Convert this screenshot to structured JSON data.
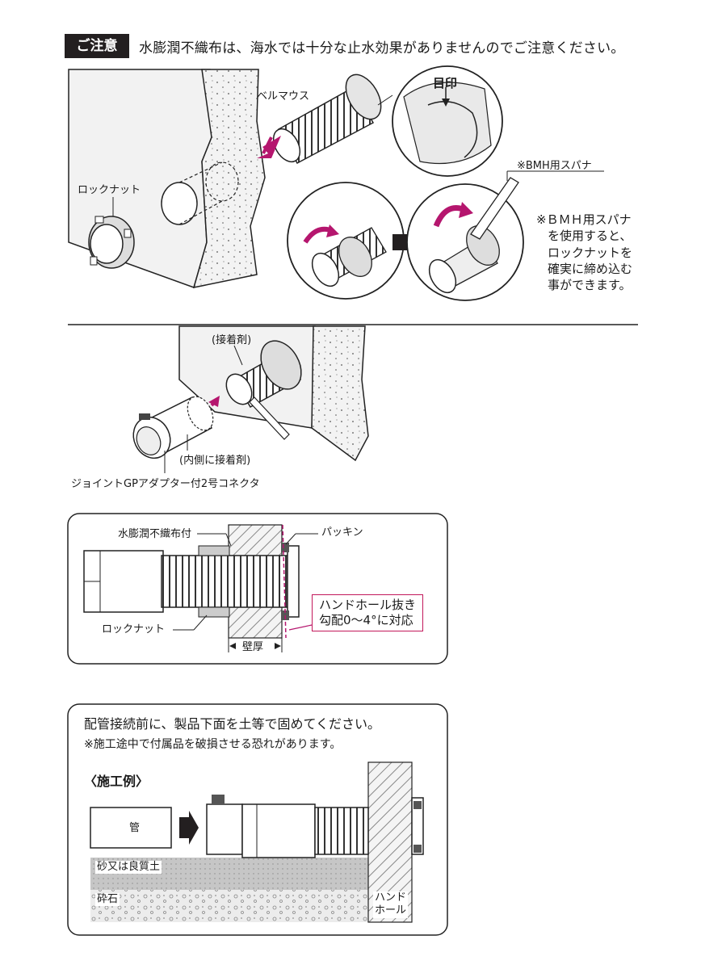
{
  "notice": {
    "badge": "ご注意",
    "text": "水膨潤不織布は、海水では十分な止水効果がありませんのでご注意ください。"
  },
  "section1": {
    "bellmouth": "ベルマウス",
    "mark": "目印",
    "locknut": "ロックナット",
    "wrench_label": "※BMH用スパナ",
    "wrench_note": [
      "※ＢＭＨ用スパナ",
      "を使用すると、",
      "ロックナットを",
      "確実に締め込む",
      "事ができます。"
    ]
  },
  "section2": {
    "adhesive": "(接着剤)",
    "adhesive_inside": "(内側に接着剤)",
    "connector": "ジョイントGPアダプター付2号コネクタ"
  },
  "section3": {
    "fabric": "水膨潤不織布付",
    "packing": "パッキン",
    "locknut": "ロックナット",
    "wall_thickness": "壁厚",
    "callout": [
      "ハンドホール抜き",
      "勾配0～4°に対応"
    ]
  },
  "section4": {
    "line1": "配管接続前に、製品下面を土等で固めてください。",
    "line2": "※施工途中で付属品を破損させる恐れがあります。",
    "example": "〈施工例〉",
    "pipe": "管",
    "sand": "砂又は良質土",
    "gravel": "砕石",
    "handhole": [
      "ハンド",
      "ホール"
    ]
  },
  "colors": {
    "accent": "#b5166e",
    "ink": "#231f20",
    "wall": "#f0f0f0",
    "sand": "#c9c9c9",
    "gravel": "#e8e8e8"
  }
}
